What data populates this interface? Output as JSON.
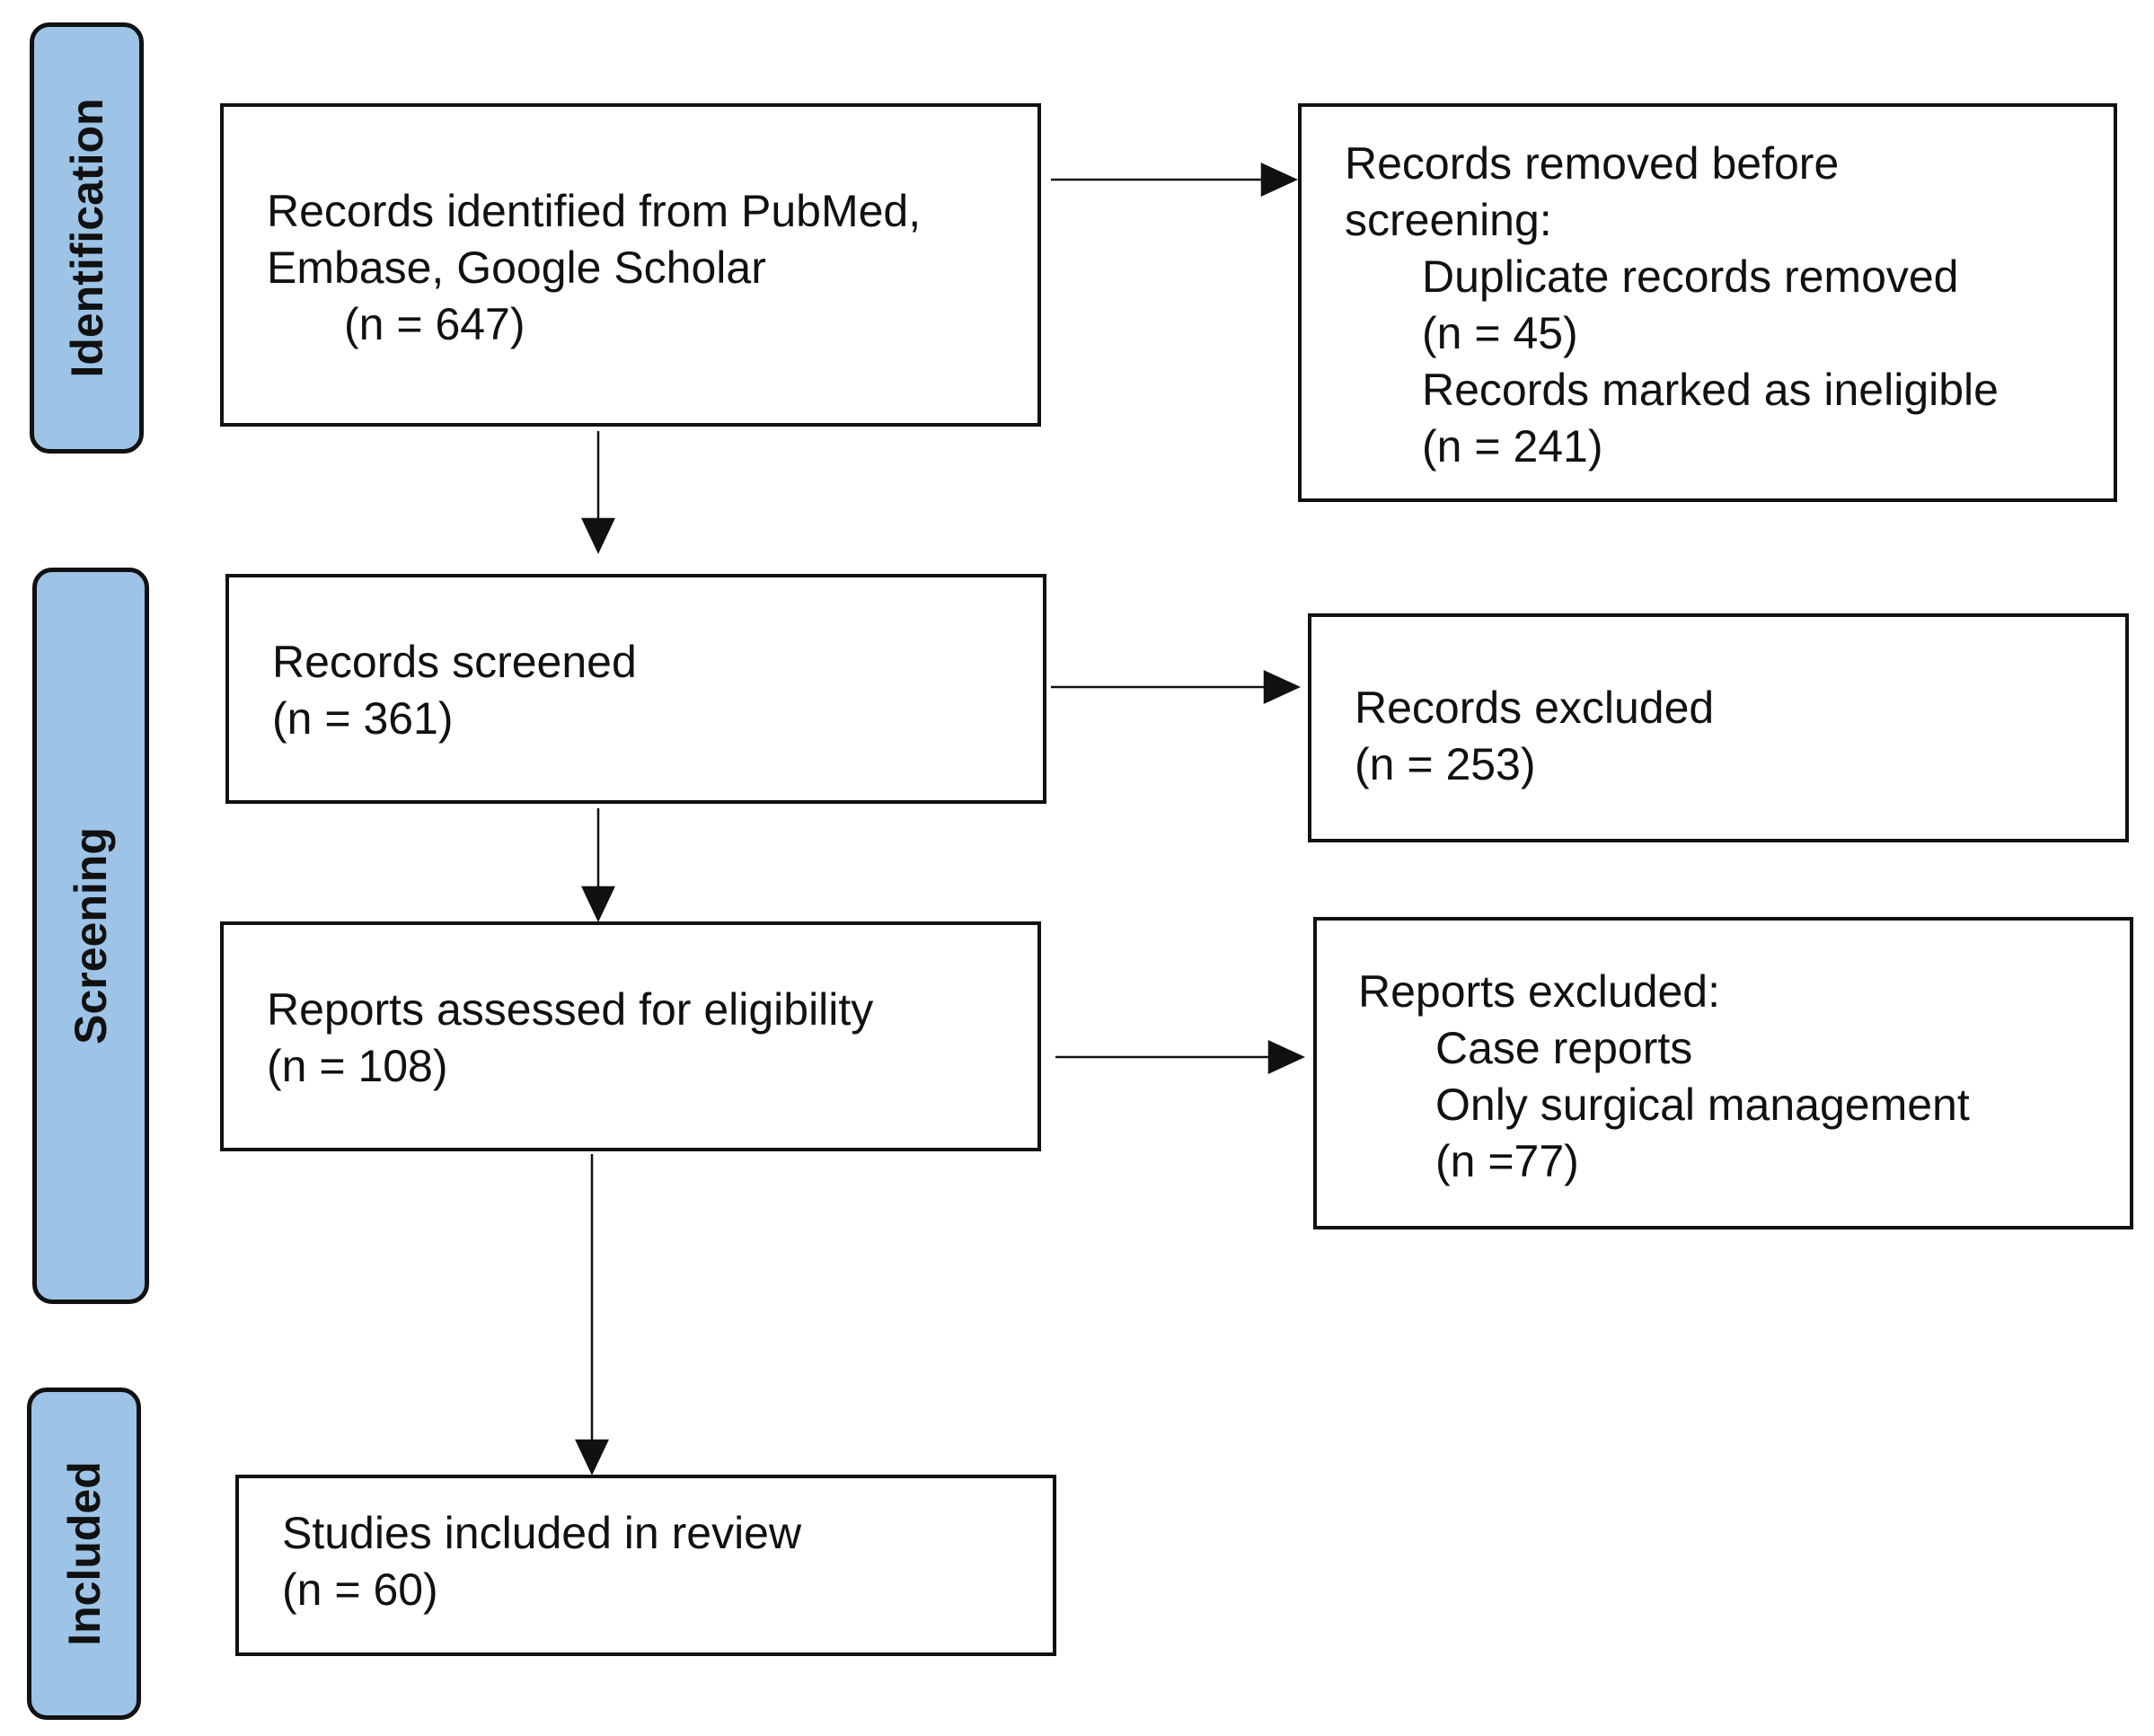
{
  "colors": {
    "stage_fill": "#9dc3e6",
    "border": "#111111"
  },
  "stages": {
    "identification": "Identification",
    "screening": "Screening",
    "included": "Included"
  },
  "boxes": {
    "identified": {
      "line1": "Records identified from PubMed,",
      "line2": "Embase, Google Scholar",
      "count": "(n = 647)"
    },
    "removed": {
      "line1": "Records removed before",
      "line2": "screening:",
      "dup": "Duplicate records removed",
      "dup_n": "(n = 45)",
      "inel": "Records marked as ineligible",
      "inel_n": "(n = 241)"
    },
    "screened": {
      "line1": "Records screened",
      "count": "(n = 361)"
    },
    "excluded": {
      "line1": "Records excluded",
      "count": "(n = 253)"
    },
    "assessed": {
      "line1": "Reports assessed for eligibility",
      "count": "(n = 108)"
    },
    "reports_excluded": {
      "line1": "Reports excluded:",
      "reason1": "Case reports",
      "reason2": "Only surgical management",
      "count": "(n =77)"
    },
    "included": {
      "line1": "Studies included in review",
      "count": "(n = 60)"
    }
  }
}
